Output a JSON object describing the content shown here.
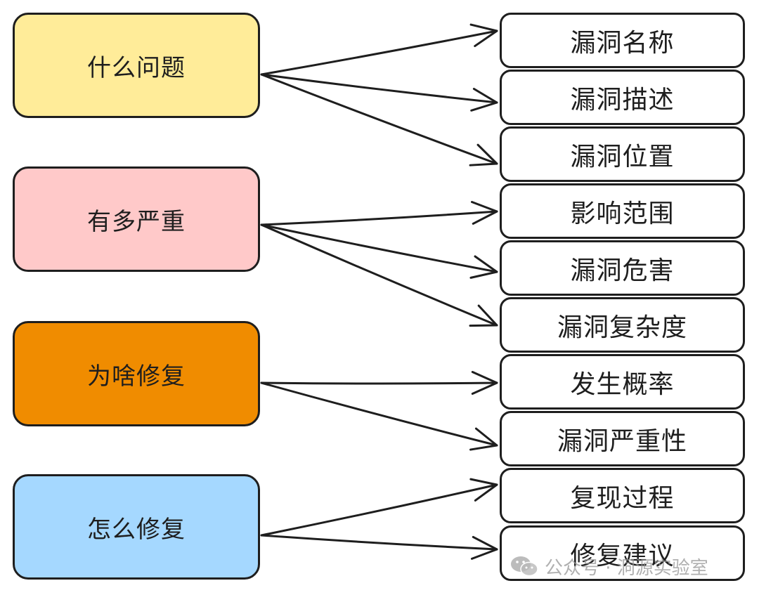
{
  "categories": [
    {
      "label": "什么问题",
      "color": "#ffec99"
    },
    {
      "label": "有多严重",
      "color": "#ffc9c9"
    },
    {
      "label": "为啥修复",
      "color": "#f08c00"
    },
    {
      "label": "怎么修复",
      "color": "#a5d8ff"
    }
  ],
  "items": [
    {
      "label": "漏洞名称"
    },
    {
      "label": "漏洞描述"
    },
    {
      "label": "漏洞位置"
    },
    {
      "label": "影响范围"
    },
    {
      "label": "漏洞危害"
    },
    {
      "label": "漏洞复杂度"
    },
    {
      "label": "发生概率"
    },
    {
      "label": "漏洞严重性"
    },
    {
      "label": "复现过程"
    },
    {
      "label": "修复建议"
    }
  ],
  "watermark": {
    "text": "公众号 · 洞源实验室",
    "icon": "wechat-icon"
  },
  "colors": {
    "stroke": "#1e1e1e",
    "background": "#ffffff"
  }
}
